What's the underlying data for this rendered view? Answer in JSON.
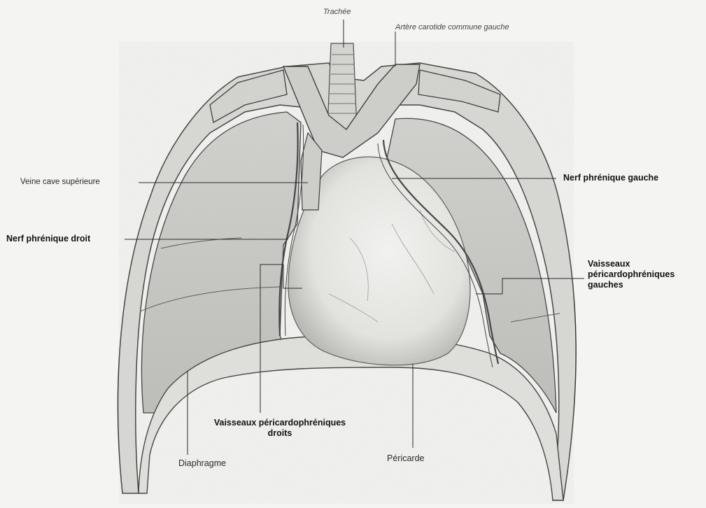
{
  "labels": {
    "trachea": "Trachée",
    "left_carotid": "Artère carotide commune gauche",
    "superior_vena_cava": "Veine cave supérieure",
    "left_phrenic": "Nerf phrénique gauche",
    "right_phrenic": "Nerf phrénique droit",
    "left_vessels_line1": "Vaisseaux",
    "left_vessels_line2": "péricardophréniques",
    "left_vessels_line3": "gauches",
    "right_vessels_line1": "Vaisseaux péricardophréniques",
    "right_vessels_line2": "droits",
    "diaphragm": "Diaphragme",
    "pericardium": "Péricarde"
  },
  "colors": {
    "background": "#f4f4f2",
    "outline": "#3a3a3a",
    "lung_fill": "#c9c9c6",
    "heart_fill": "#ecece9",
    "leader_line": "#2b2b2b"
  }
}
